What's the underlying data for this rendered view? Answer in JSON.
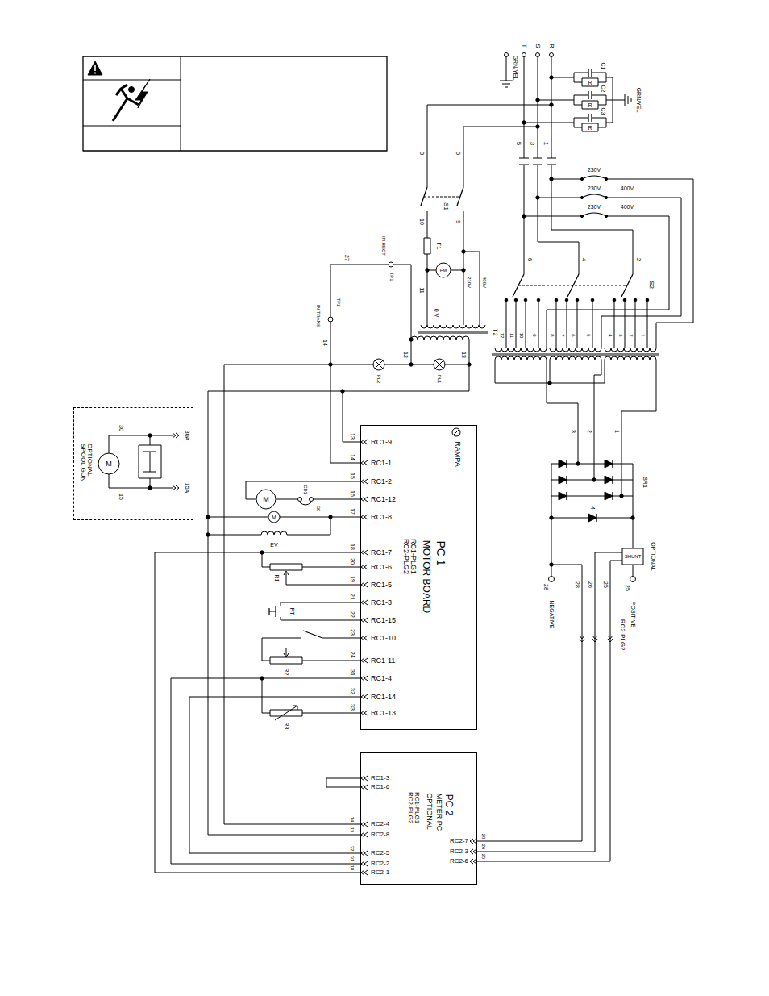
{
  "diagram": {
    "nodes": [
      {
        "text": [
          "PC 1",
          "MOTOR BOARD",
          "RC1-PLG1 RC2-PLG2",
          "RAMPA"
        ]
      },
      {
        "text": [
          "PC 2",
          "METER PC",
          "OPTIONAL",
          "RC1-PLG1 RC2-PLG2"
        ]
      },
      {
        "text": [
          "OPTIONAL SPOOL GUN"
        ]
      }
    ],
    "edges": [
      {
        "from": 0,
        "to": 1,
        "arrow": "none"
      },
      {
        "from": 0,
        "to": 1,
        "arrow": "none"
      },
      {
        "from": 0,
        "to": 1,
        "arrow": "none"
      }
    ],
    "labels": [
      "GRN/YEL",
      "T",
      "S",
      "R",
      "C1",
      "R",
      "C2",
      "R",
      "C3",
      "R",
      "GRN/YEL",
      "3",
      "5",
      "5",
      "3",
      "1",
      "230V",
      "230V",
      "400V",
      "230V",
      "400V",
      "S1",
      "10",
      "9",
      "F1",
      "FM",
      "230V",
      "400V",
      "11",
      "0 V",
      "T2",
      "12",
      "13",
      "27",
      "IN RECT",
      "TP1",
      "TP2",
      "IN TRANS",
      "14",
      "PL2",
      "PL1",
      "6",
      "4",
      "2",
      "S2",
      "12",
      "11",
      "10",
      "9",
      "8",
      "7",
      "6",
      "5",
      "4",
      "3",
      "2",
      "1",
      "3",
      "2",
      "1",
      "SR1",
      "4",
      "OPTIONAL",
      "SHUNT",
      "28",
      "NEGATIVE",
      "28",
      "26",
      "25",
      "25",
      "POSITIVE",
      "RC2 PLG2",
      "RC1-9",
      "RC1-1",
      "RC1-2",
      "RC1-12",
      "RC1-8",
      "RC1-7",
      "RC1-6",
      "RC1-5",
      "RC1-3",
      "RC1-15",
      "RC1-10",
      "RC1-11",
      "RC1-4",
      "RC1-14",
      "RC1-13",
      "13",
      "14",
      "15",
      "16",
      "17",
      "18",
      "20",
      "19",
      "21",
      "22",
      "23",
      "24",
      "31",
      "32",
      "33",
      "M",
      "CB1",
      "30",
      "M",
      "EV",
      "R1",
      "PT",
      "R2",
      "R3",
      "30",
      "30A",
      "M",
      "15A",
      "15",
      "RC1-3",
      "RC1-6",
      "RC2-4",
      "RC2-8",
      "RC2-5",
      "RC2-2",
      "RC2-1",
      "14",
      "13",
      "32",
      "31",
      "18",
      "RC2-7",
      "RC2-3",
      "RC2-6",
      "28",
      "26",
      "25"
    ]
  }
}
